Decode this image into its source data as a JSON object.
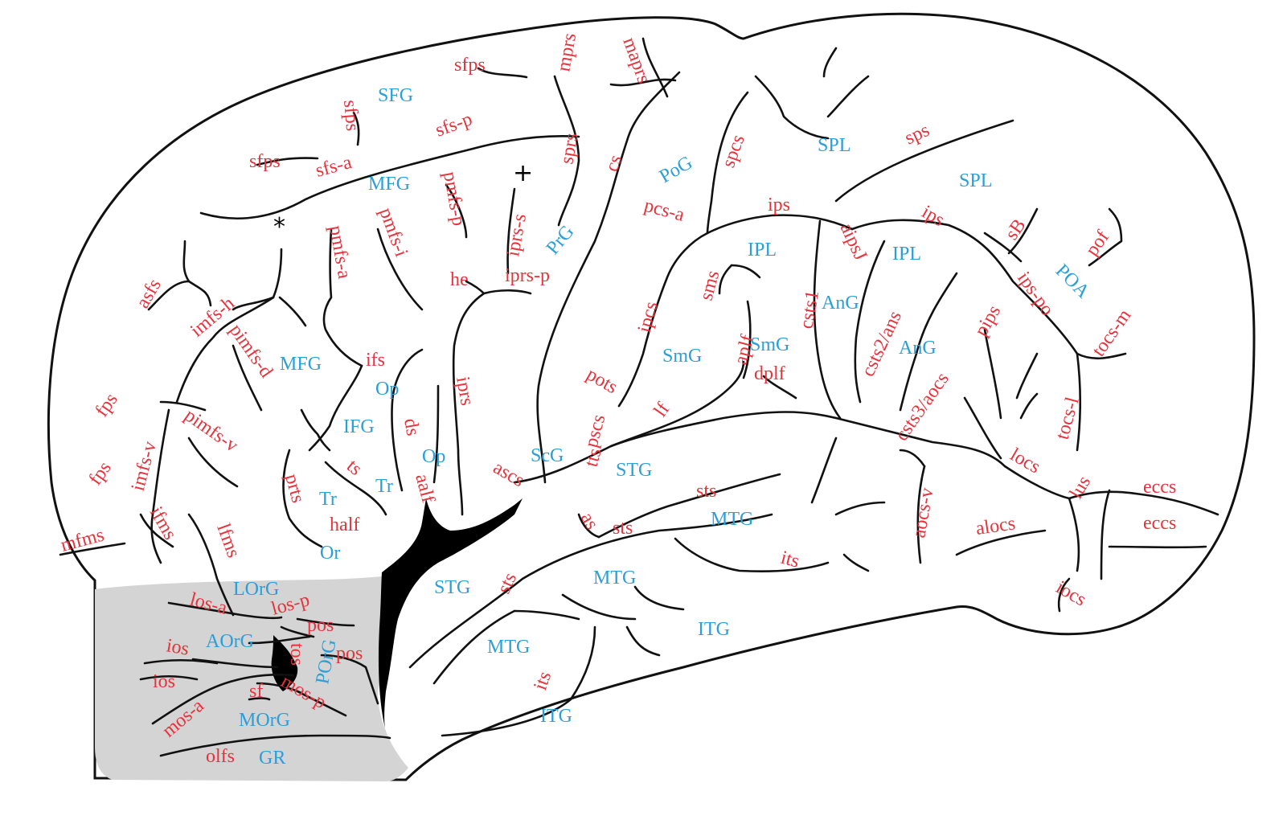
{
  "colors": {
    "sulcus": "#e8323c",
    "gyrus": "#2a9fd8",
    "orbital_region": "#d4d4d4",
    "outline": "#111111",
    "fissure": "#000000"
  },
  "markers": {
    "asterisk": "*",
    "plus": "+"
  },
  "sulci": {
    "mprs": "mprs",
    "maprs": "maprs",
    "sfps_top": "sfps",
    "sfps_upper": "sfps",
    "sfps_left": "sfps",
    "sfs_p": "sfs-p",
    "sfs_a": "sfs-a",
    "cs": "cs",
    "sprs": "sprs",
    "spcs": "spcs",
    "sps": "sps",
    "pmfs_p": "pmfs-p",
    "pmfs_i": "pmfs-i",
    "pmfs_a": "pmfs-a",
    "iprs_s": "iprs-s",
    "iprs_p": "iprs-p",
    "he": "he",
    "pcs_a": "pcs-a",
    "ips_mid": "ips",
    "ips_right": "ips",
    "aipsJ": "aipsJ",
    "sB": "sB",
    "pof": "pof",
    "asfs": "asfs",
    "imfs_h": "imfs-h",
    "pimfs_d": "pimfs-d",
    "ifs": "ifs",
    "ipcs": "ipcs",
    "sms": "sms",
    "csts1": "csts1",
    "csts2_ans": "csts2/ans",
    "ips_po": "ips-po",
    "pips": "pips",
    "tocs_m": "tocs-m",
    "aplf": "aplf",
    "dplf": "dplf",
    "fps_upper": "fps",
    "fps_lower": "fps",
    "imfs_v": "imfs-v",
    "pimfs_v": "pimfs-v",
    "ds": "ds",
    "iprs": "iprs",
    "pots": "pots",
    "lf": "lf",
    "pscs": "pscs",
    "csts3_aocs": "csts3/aocs",
    "tocs_l": "tocs-l",
    "ascs": "ascs",
    "ts": "ts",
    "prts": "prts",
    "tts": "tts",
    "aalf": "aalf",
    "locs": "locs",
    "lus": "lus",
    "eccs_upper": "eccs",
    "eccs_lower": "eccs",
    "sts_upper": "sts",
    "sts_mid": "sts",
    "sts_lower": "sts",
    "mfms": "mfms",
    "ifms": "ifms",
    "lfms": "lfms",
    "half": "half",
    "aocs_v": "aocs-v",
    "alocs": "alocs",
    "its_upper": "its",
    "its_lower": "its",
    "iocs": "iocs",
    "los_a": "los-a",
    "los_p": "los-p",
    "pos_upper": "pos",
    "pos_lower": "pos",
    "ios_upper": "ios",
    "ios_lower": "ios",
    "tos": "tos",
    "mos_a": "mos-a",
    "mos_p": "mos-p",
    "sf": "sf",
    "olfs": "olfs",
    "as": "as"
  },
  "gyri": {
    "SFG": "SFG",
    "MFG_upper": "MFG",
    "MFG_lower": "MFG",
    "PoG": "PoG",
    "PrG": "PrG",
    "SPL_upper": "SPL",
    "SPL_right": "SPL",
    "IPL_left": "IPL",
    "IPL_right": "IPL",
    "POA": "POA",
    "AnG_left": "AnG",
    "AnG_right": "AnG",
    "SmG_left": "SmG",
    "SmG_right": "SmG",
    "Op_upper": "Op",
    "Op_lower": "Op",
    "IFG": "IFG",
    "Tr_left": "Tr",
    "Tr_right": "Tr",
    "Or": "Or",
    "ScG": "ScG",
    "STG_upper": "STG",
    "STG_lower": "STG",
    "MTG_upper": "MTG",
    "MTG_mid": "MTG",
    "MTG_lower": "MTG",
    "ITG_right": "ITG",
    "ITG_lower": "ITG",
    "LOrG": "LOrG",
    "AOrG": "AOrG",
    "POrG": "POrG",
    "MOrG": "MOrG",
    "GR": "GR"
  }
}
